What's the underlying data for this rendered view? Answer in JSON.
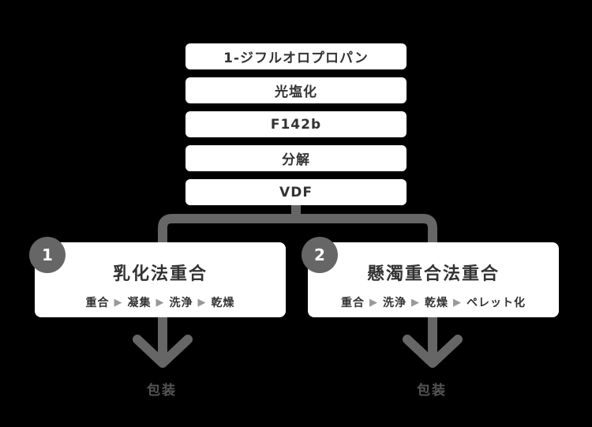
{
  "steps": [
    "1-ジフルオロプロパン",
    "光塩化",
    "F142b",
    "分解",
    "VDF"
  ],
  "methods": [
    {
      "number": "1",
      "title": "乳化法重合",
      "flow": [
        "重合",
        "凝集",
        "洗浄",
        "乾燥"
      ],
      "output": "包装"
    },
    {
      "number": "2",
      "title": "懸濁重合法重合",
      "flow": [
        "重合",
        "洗浄",
        "乾燥",
        "ペレット化"
      ],
      "output": "包装"
    }
  ],
  "flow_arrow": "▶",
  "colors": {
    "background": "#000000",
    "box": "#ffffff",
    "connector": "#666666",
    "text": "#333333"
  }
}
